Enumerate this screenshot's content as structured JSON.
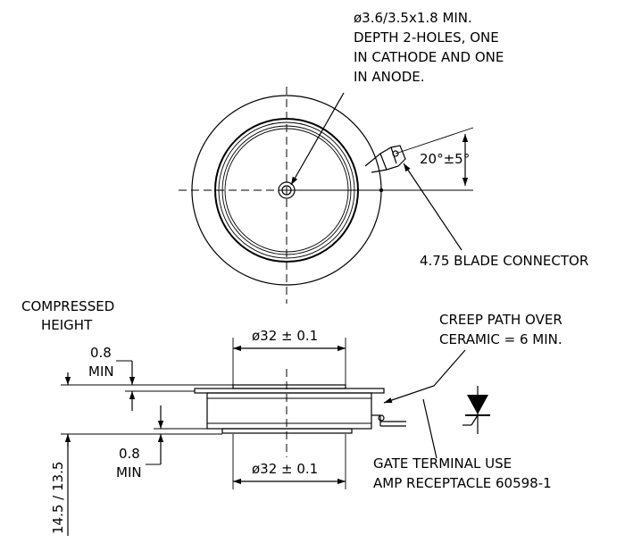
{
  "top_view": {
    "hole_note": [
      "ø3.6/3.5x1.8 MIN.",
      "DEPTH 2-HOLES, ONE",
      "IN CATHODE AND ONE",
      "IN ANODE."
    ],
    "angle_label": "20°±5°",
    "connector_label": "4.75 BLADE CONNECTOR"
  },
  "side_view": {
    "compressed_height_label": [
      "COMPRESSED",
      "HEIGHT"
    ],
    "gap_top_label": [
      "0.8",
      "MIN"
    ],
    "gap_bottom_label": [
      "0.8",
      "MIN"
    ],
    "diameter_top_label": "ø32 ± 0.1",
    "diameter_bottom_label": "ø32 ± 0.1",
    "creep_note": [
      "CREEP PATH OVER",
      "CERAMIC = 6 MIN."
    ],
    "gate_note": [
      "GATE TERMINAL USE",
      "AMP RECEPTACLE 60598-1"
    ],
    "height_label": "14.5 / 13.5"
  }
}
